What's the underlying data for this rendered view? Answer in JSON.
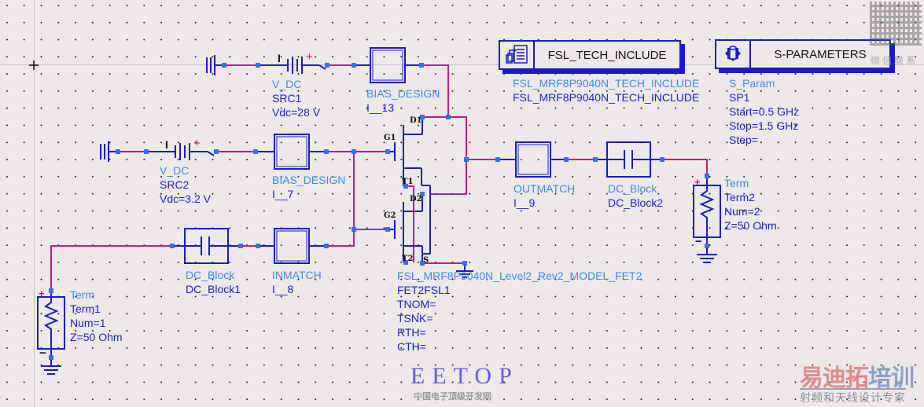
{
  "app": {
    "type": "schematic-editor",
    "cursor": "crosshair"
  },
  "components": {
    "src1": {
      "type_label": "V_DC",
      "name": "SRC1",
      "params": [
        "Vdc=28 V"
      ]
    },
    "src2": {
      "type_label": "V_DC",
      "name": "SRC2",
      "params": [
        "Vdc=3.2 V"
      ]
    },
    "bias13": {
      "type_label": "BIAS_DESIGN",
      "name": "I__13"
    },
    "bias7": {
      "type_label": "BIAS_DESIGN",
      "name": "I__7"
    },
    "dcblock1": {
      "type_label": "DC_Block",
      "name": "DC_Block1"
    },
    "dcblock2": {
      "type_label": "DC_Block",
      "name": "DC_Block2"
    },
    "inmatch": {
      "type_label": "INMATCH",
      "name": "I__8"
    },
    "outmatch": {
      "type_label": "OUTMATCH",
      "name": "I__9"
    },
    "term1": {
      "type_label": "Term",
      "name": "Term1",
      "params": [
        "Num=1",
        "Z=50 Ohm"
      ]
    },
    "term2": {
      "type_label": "Term",
      "name": "Term2",
      "params": [
        "Num=2",
        "Z=50 Ohm"
      ]
    },
    "fet": {
      "type_label": "FSL_MRF8P9040N_Level2_Rev2_MODEL_FET2",
      "name": "FET2FSL1",
      "params": [
        "TNOM=",
        "TSNK=",
        "RTH=",
        "CTH="
      ],
      "pins": {
        "d1": "D1",
        "g1": "G1",
        "t1": "T1",
        "d2": "D2",
        "g2": "G2",
        "t2": "T2",
        "s": "S"
      }
    },
    "tech_include": {
      "title": "FSL_TECH_INCLUDE",
      "type_label": "FSL_MRF8P9040N_TECH_INCLUDE",
      "name": "FSL_MRF8P9040N_TECH_INCLUDE"
    },
    "sparam": {
      "title": "S-PARAMETERS",
      "type_label": "S_Param",
      "name": "SP1",
      "params": [
        "Start=0.5 GHz",
        "Stop=1.5 GHz",
        "Step="
      ]
    }
  },
  "symbols": {
    "plus": "+",
    "minus": "−",
    "current": "I"
  },
  "watermarks": {
    "eetop": "EETOP",
    "eetop_sub": "中国电子顶级开发网",
    "brand_a": "易迪拓",
    "brand_b": "培训",
    "brand_sub": "射频和天线设计专家",
    "qr_caption": "微信联系"
  },
  "colors": {
    "wire": "#c0198a",
    "component": "#1a1ac8",
    "node": "#3b6fe0",
    "type_label": "#3d8ae6",
    "name_label": "#1c1cd0",
    "background": "#ede9e8"
  }
}
